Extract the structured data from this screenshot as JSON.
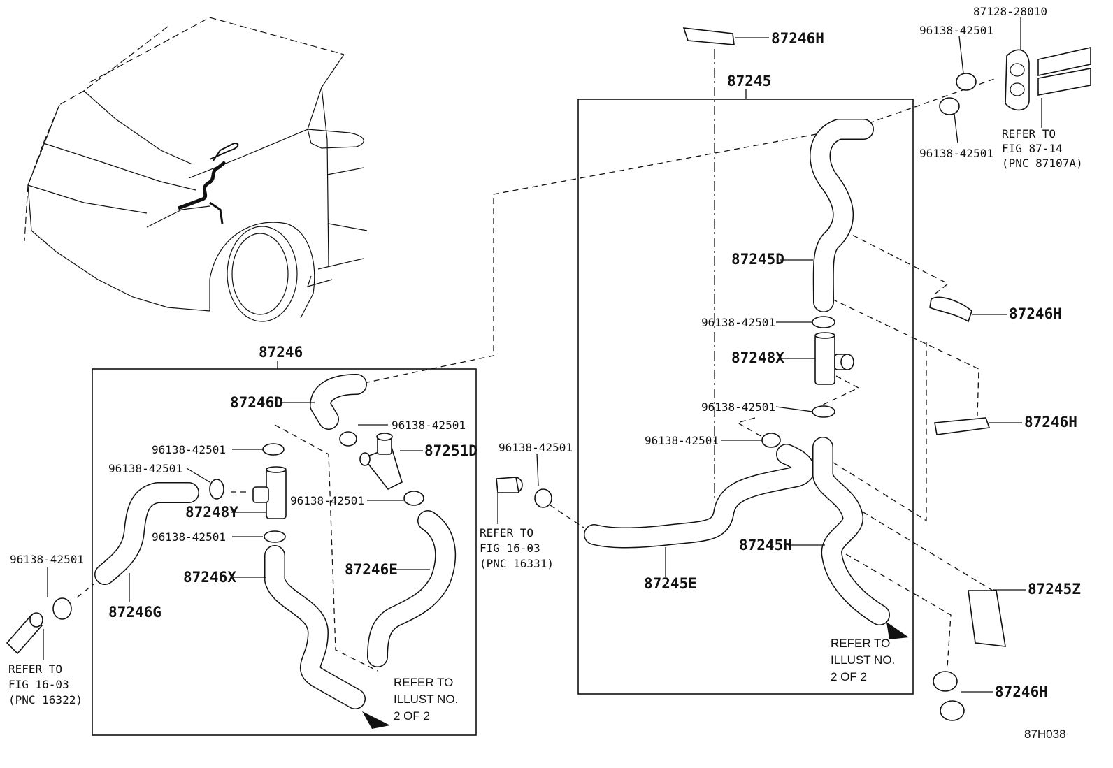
{
  "diagram": {
    "figure_code": "87H038",
    "groups": [
      {
        "id": "group-87246",
        "label": "87246"
      },
      {
        "id": "group-87245",
        "label": "87245"
      }
    ],
    "part_labels": {
      "p87246H_top": "87246H",
      "p87128": "87128-28010",
      "clamp_top1": "96138-42501",
      "clamp_top2": "96138-42501",
      "p87245D": "87245D",
      "clamp_r1": "96138-42501",
      "p87248X": "87248X",
      "clamp_r2": "96138-42501",
      "clamp_r3": "96138-42501",
      "p87245E": "87245E",
      "p87245H": "87245H",
      "p87246H_r1": "87246H",
      "p87246H_r2": "87246H",
      "p87245Z": "87245Z",
      "p87246H_r3": "87246H",
      "p87246D": "87246D",
      "clamp_l1": "96138-42501",
      "p87251D": "87251D",
      "clamp_l2": "96138-42501",
      "clamp_l3": "96138-42501",
      "p87248Y": "87248Y",
      "clamp_l4": "96138-42501",
      "clamp_l5": "96138-42501",
      "p87246X": "87246X",
      "p87246E": "87246E",
      "p87246G": "87246G",
      "clamp_far_left": "96138-42501",
      "clamp_mid": "96138-42501"
    },
    "references": {
      "ref_top_right": [
        "REFER TO",
        "FIG 87-14",
        "(PNC 87107A)"
      ],
      "ref_mid": [
        "REFER TO",
        "FIG 16-03",
        "(PNC 16331)"
      ],
      "ref_far_left": [
        "REFER TO",
        "FIG 16-03",
        "(PNC 16322)"
      ],
      "ref_illust_left": [
        "REFER TO",
        "ILLUST NO.",
        "2 OF 2"
      ],
      "ref_illust_right": [
        "REFER TO",
        "ILLUST NO.",
        "2 OF 2"
      ]
    }
  }
}
